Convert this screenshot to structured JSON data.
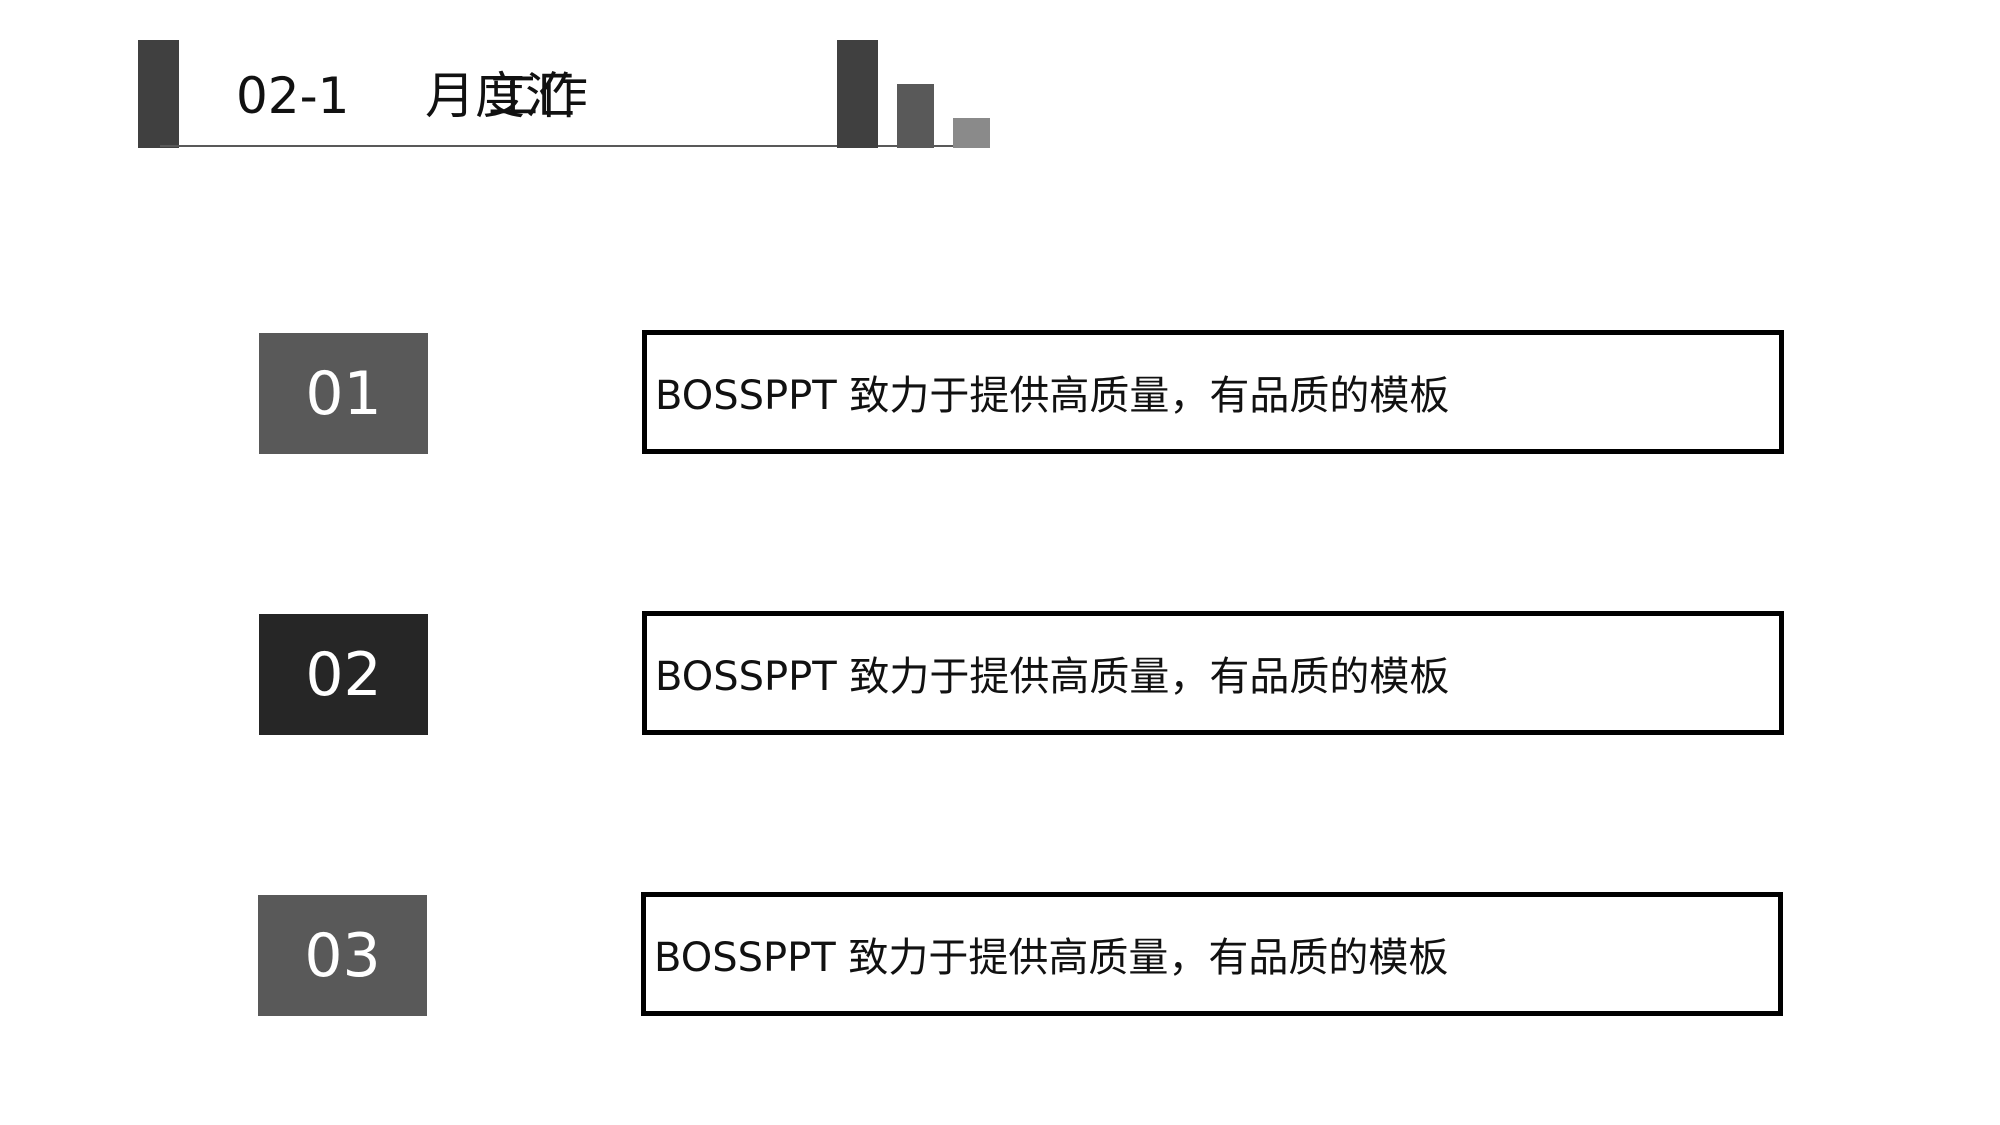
{
  "header": {
    "section_number": "02-1",
    "title": "月度汇",
    "title_overlap": "工作"
  },
  "items": [
    {
      "number": "01",
      "text": "BOSSPPT 致力于提供高质量，有品质的模板"
    },
    {
      "number": "02",
      "text": "BOSSPPT 致力于提供高质量，有品质的模板"
    },
    {
      "number": "03",
      "text": "BOSSPPT 致力于提供高质量，有品质的模板"
    }
  ],
  "colors": {
    "dark_gray": "#404040",
    "mid_gray": "#595959",
    "light_gray": "#8a8a8a",
    "near_black": "#262626"
  }
}
